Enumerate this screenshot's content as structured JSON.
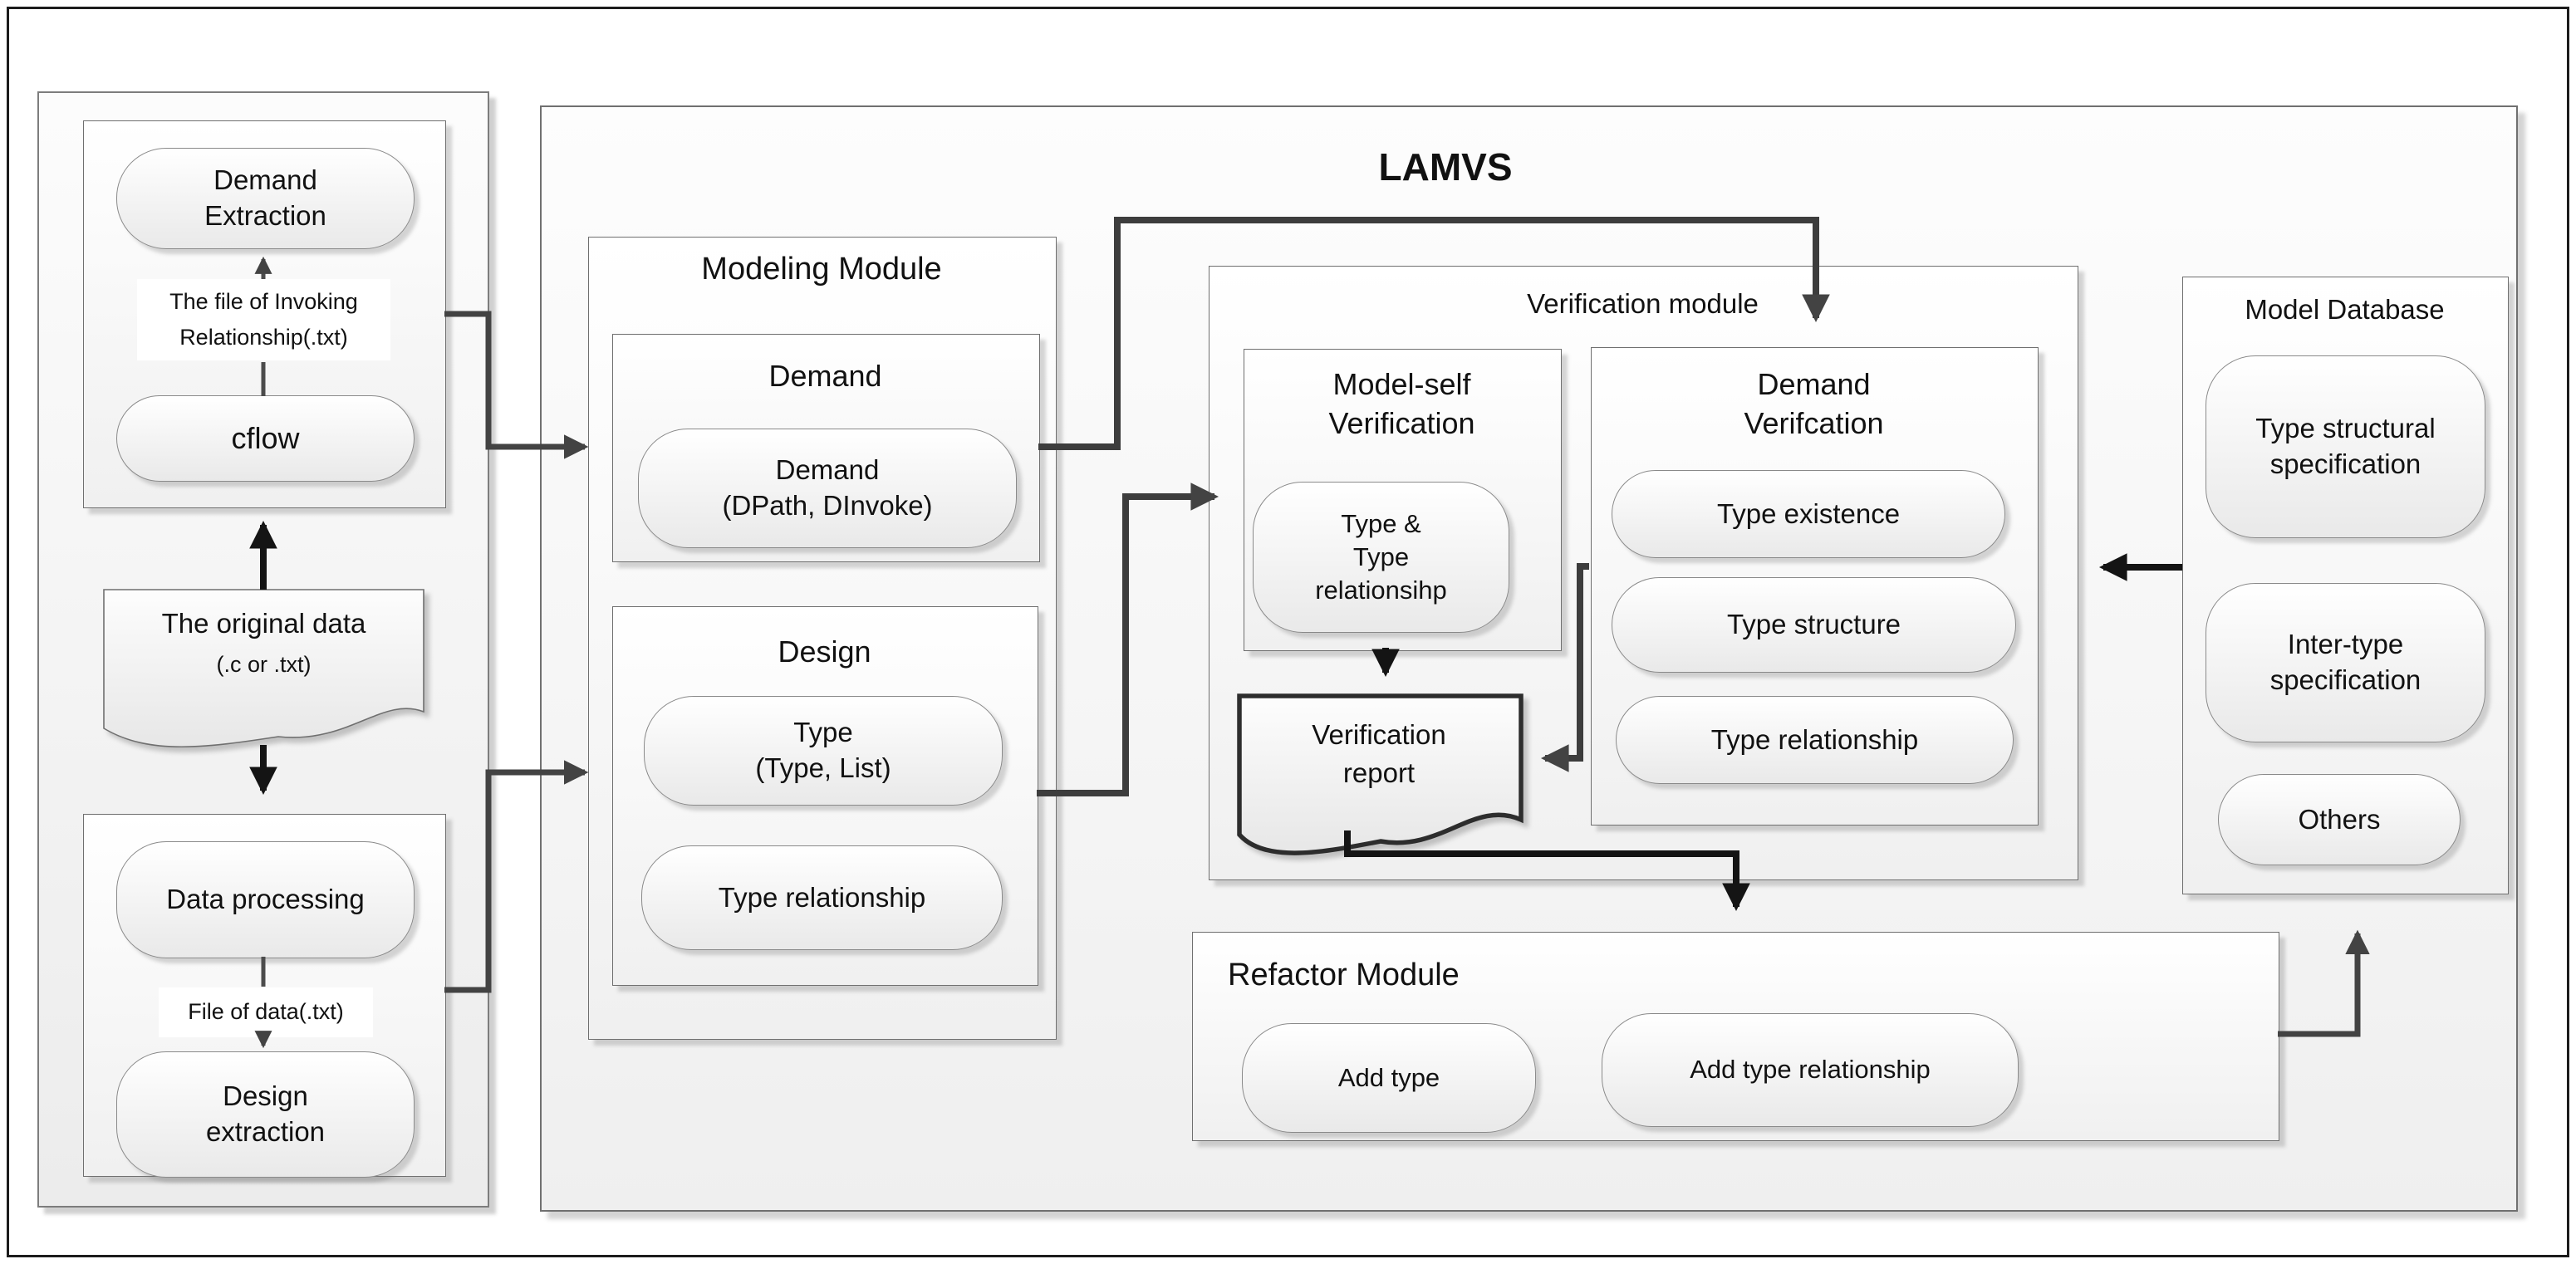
{
  "title": "LAMVS",
  "preprocess": {
    "extract_box": {
      "demand_extraction": "Demand\nExtraction",
      "invoking_label": "The file of Invoking\nRelationship(.txt)",
      "cflow": "cflow"
    },
    "original_data": {
      "title": "The original data",
      "subtitle": "(.c or .txt)"
    },
    "process_box": {
      "data_processing": "Data processing",
      "file_label": "File of data(.txt)",
      "design_extraction": "Design\nextraction"
    }
  },
  "modeling": {
    "title": "Modeling Module",
    "demand_title": "Demand",
    "demand_node": "Demand\n(DPath, DInvoke)",
    "design_title": "Design",
    "type_node": "Type\n(Type, List)",
    "type_relationship_node": "Type relationship"
  },
  "verification": {
    "title": "Verification module",
    "model_self_title": "Model-self\nVerification",
    "model_self_node": "Type &\nType\nrelationsihp",
    "demand_verification_title": "Demand\nVerifcation",
    "checks": [
      "Type existence",
      "Type structure",
      "Type relationship"
    ],
    "report": "Verification\nreport"
  },
  "refactor": {
    "title": "Refactor Module",
    "add_type": "Add type",
    "add_type_relationship": "Add type relationship"
  },
  "database": {
    "title": "Model Database",
    "items": [
      "Type structural\nspecification",
      "Inter-type\nspecification",
      "Others"
    ]
  }
}
